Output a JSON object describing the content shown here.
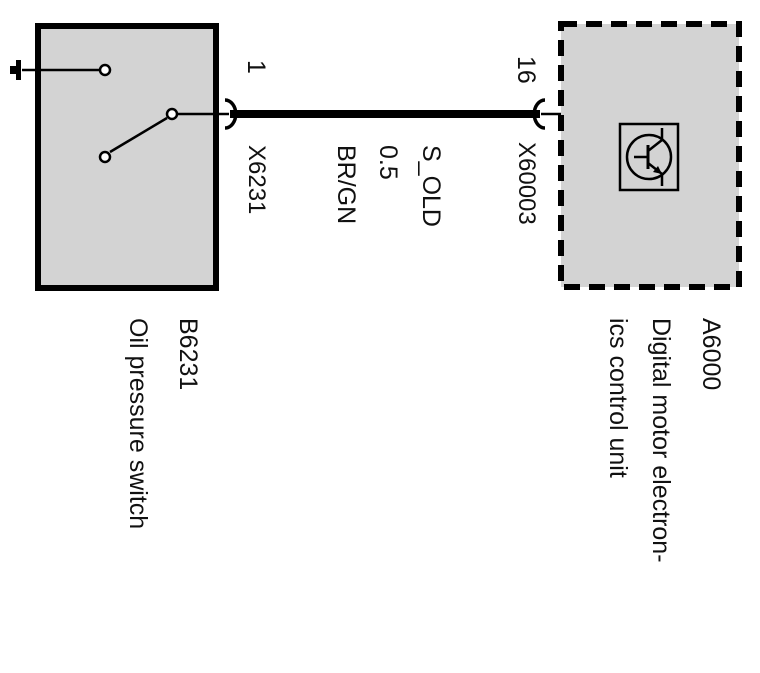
{
  "colors": {
    "component_fill": "#d3d3d3",
    "stroke": "#000000",
    "text": "#111111",
    "background": "#ffffff"
  },
  "components": {
    "switch": {
      "ref": "B6231",
      "name": "Oil pressure switch",
      "connector": "X6231",
      "pin": "1",
      "icons": [
        "ground-icon",
        "switch-contact-icon"
      ]
    },
    "ecu": {
      "ref": "A6000",
      "name_line1": "Digital motor electron-",
      "name_line2": "ics control unit",
      "connector": "X60003",
      "pin": "16",
      "icons": [
        "transistor-icon"
      ]
    }
  },
  "wire": {
    "signal": "S_OLD",
    "gauge": "0.5",
    "color_code": "BR/GN"
  }
}
